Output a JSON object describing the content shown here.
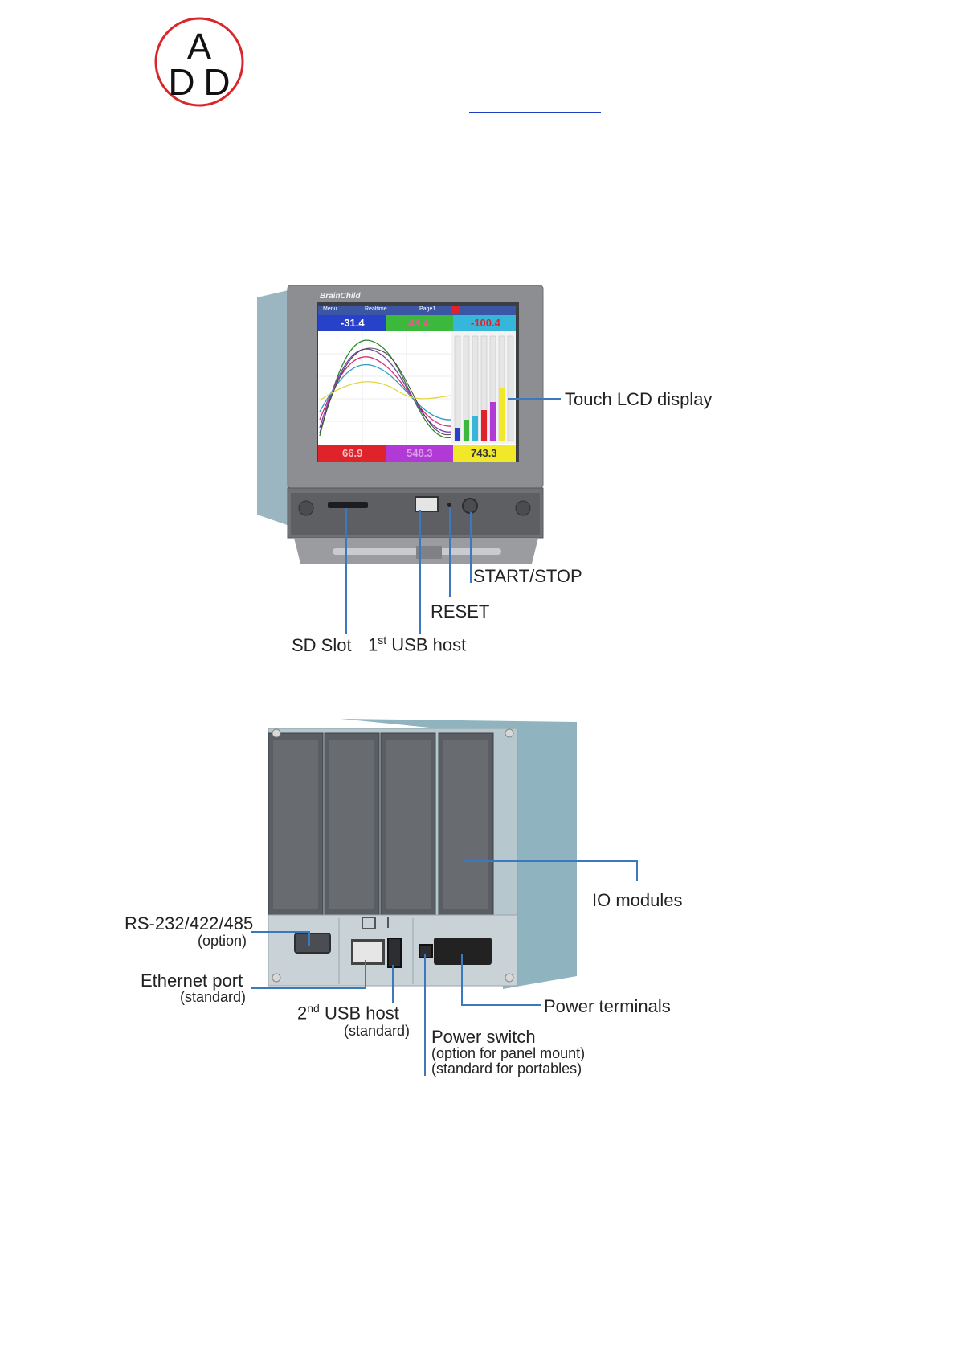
{
  "header": {
    "logo": {
      "letters": [
        "A",
        "D",
        "D"
      ],
      "ring_color": "#d9262b"
    },
    "rule_color": "#3b8a8a",
    "link_underline_color": "#1f3fc2"
  },
  "front_view": {
    "brand": "BrainChild",
    "screen": {
      "top_tabs": [
        "Menu",
        "Realtime",
        "Page1"
      ],
      "readouts_top": [
        "-31.4",
        "43.4",
        "-100.4"
      ],
      "readouts_bottom": [
        "66.9",
        "548.3",
        "743.3"
      ],
      "readout_colors_top": [
        "#2741c9",
        "#3cb93c",
        "#36b6d9"
      ],
      "readout_colors_bottom": [
        "#e0232b",
        "#b13ad6",
        "#f1e82a"
      ]
    },
    "callouts": {
      "touch_lcd": "Touch LCD display",
      "start_stop": "START/STOP",
      "reset": "RESET",
      "sd_slot": "SD Slot",
      "usb1_prefix": "1",
      "usb1_sup": "st",
      "usb1_suffix": " USB host"
    }
  },
  "rear_view": {
    "callouts": {
      "serial": "RS-232/422/485",
      "serial_note": "(option)",
      "ethernet": "Ethernet port",
      "ethernet_note": "(standard)",
      "usb2_prefix": "2",
      "usb2_sup": "nd",
      "usb2_suffix": " USB host",
      "usb2_note": "(standard)",
      "io_modules": "IO modules",
      "power_terminals": "Power terminals",
      "power_switch": "Power switch",
      "power_switch_note1": "(option for panel mount)",
      "power_switch_note2": "(standard for portables)"
    }
  }
}
